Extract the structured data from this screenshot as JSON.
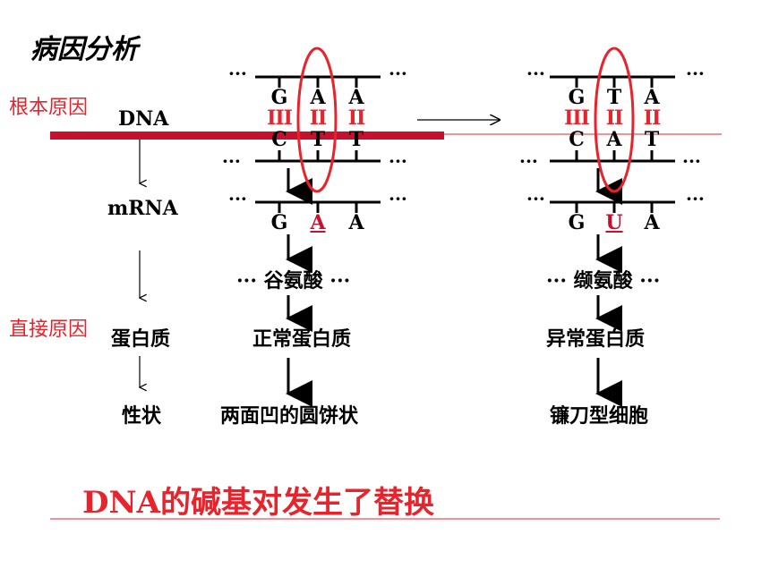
{
  "title": "病因分析",
  "labels": {
    "root_cause": "根本原因",
    "direct_cause": "直接原因",
    "dna": "DNA",
    "mrna": "mRNA",
    "protein": "蛋白质",
    "trait": "性状"
  },
  "normal": {
    "dna_top": [
      "G",
      "A",
      "A"
    ],
    "hbonds": [
      "III",
      "II",
      "II"
    ],
    "dna_bottom": [
      "C",
      "T",
      "T"
    ],
    "mrna": [
      "G",
      "A",
      "A"
    ],
    "amino_acid": "··· 谷氨酸 ···",
    "protein": "正常蛋白质",
    "trait": "两面凹的圆饼状"
  },
  "mutant": {
    "dna_top": [
      "G",
      "T",
      "A"
    ],
    "hbonds": [
      "III",
      "II",
      "II"
    ],
    "dna_bottom": [
      "C",
      "A",
      "T"
    ],
    "mrna": [
      "G",
      "U",
      "A"
    ],
    "amino_acid": "··· 缬氨酸 ···",
    "protein": "异常蛋白质",
    "trait": "镰刀型细胞"
  },
  "ellipsis": "···",
  "conclusion": "DNA的碱基对发生了替换",
  "colors": {
    "accent_red": "#e8232c",
    "bar_red": "#c8102e"
  }
}
